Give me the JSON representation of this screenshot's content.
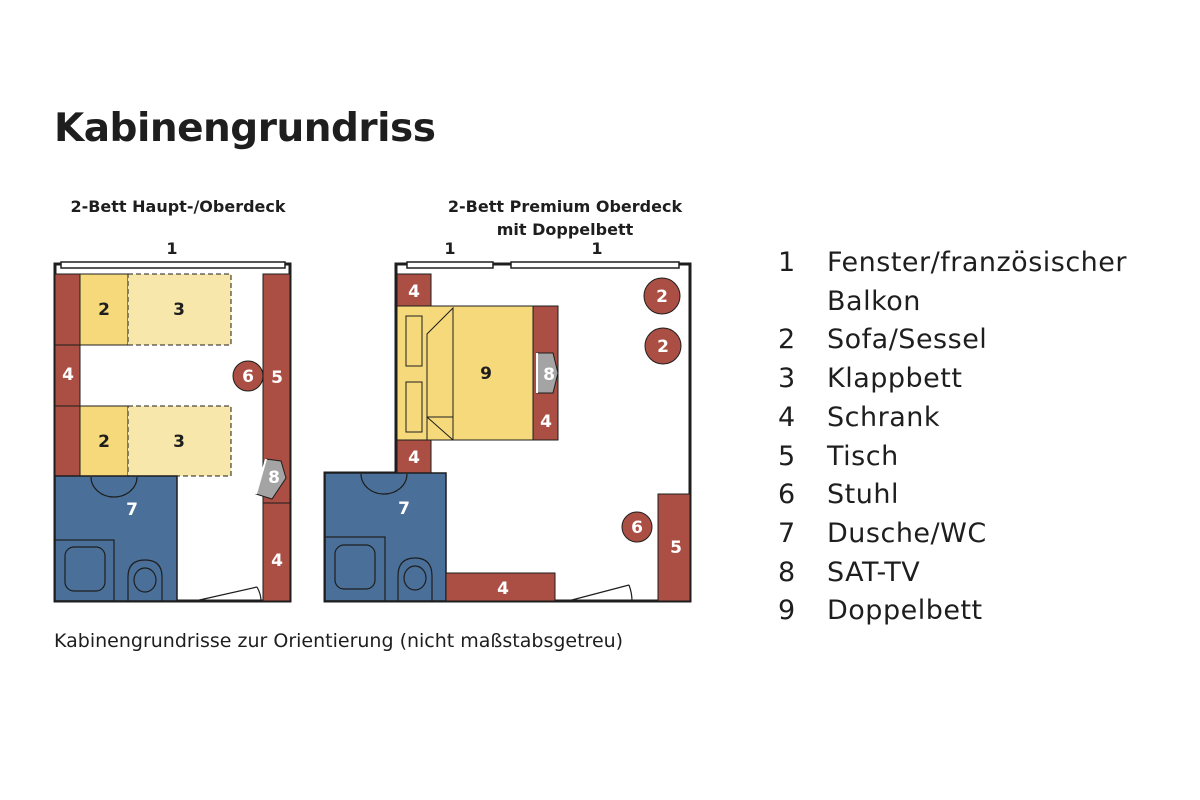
{
  "page": {
    "title": "Kabinengrundriss",
    "caption": "Kabinengrundrisse zur Orientierung (nicht maßstabsgetreu)"
  },
  "plans": {
    "standard": {
      "title": "2-Bett Haupt-/Oberdeck",
      "labels": {
        "window": "1",
        "sofa_top": "2",
        "bed_top": "3",
        "wardrobe_mid": "4",
        "chair": "6",
        "table": "5",
        "sofa_bottom": "2",
        "bed_bottom": "3",
        "tv": "8",
        "bathroom": "7",
        "wardrobe_bottom": "4"
      }
    },
    "premium": {
      "title_line1": "2-Bett Premium Oberdeck",
      "title_line2": "mit Doppelbett",
      "labels": {
        "window_left": "1",
        "window_right": "1",
        "wardrobe_top": "4",
        "double_bed": "9",
        "tv": "8",
        "wardrobe_beside_bed": "4",
        "wardrobe_below_bed": "4",
        "sofa_top": "2",
        "sofa_bottom": "2",
        "bathroom": "7",
        "chair": "6",
        "table": "5",
        "wardrobe_bottom": "4"
      }
    }
  },
  "colors": {
    "wardrobe": "#ab4e43",
    "sofa": "#f5d97b",
    "bed_fold": "#f8e7aa",
    "bathroom": "#4a6f98",
    "tv": "#a4a4a4",
    "outline": "#1e1e1e"
  },
  "legend": [
    {
      "num": "1",
      "line1": "Fenster/französischer",
      "line2": "Balkon"
    },
    {
      "num": "2",
      "line1": "Sofa/Sessel"
    },
    {
      "num": "3",
      "line1": "Klappbett"
    },
    {
      "num": "4",
      "line1": "Schrank"
    },
    {
      "num": "5",
      "line1": "Tisch"
    },
    {
      "num": "6",
      "line1": "Stuhl"
    },
    {
      "num": "7",
      "line1": "Dusche/WC"
    },
    {
      "num": "8",
      "line1": "SAT-TV"
    },
    {
      "num": "9",
      "line1": "Doppelbett"
    }
  ]
}
